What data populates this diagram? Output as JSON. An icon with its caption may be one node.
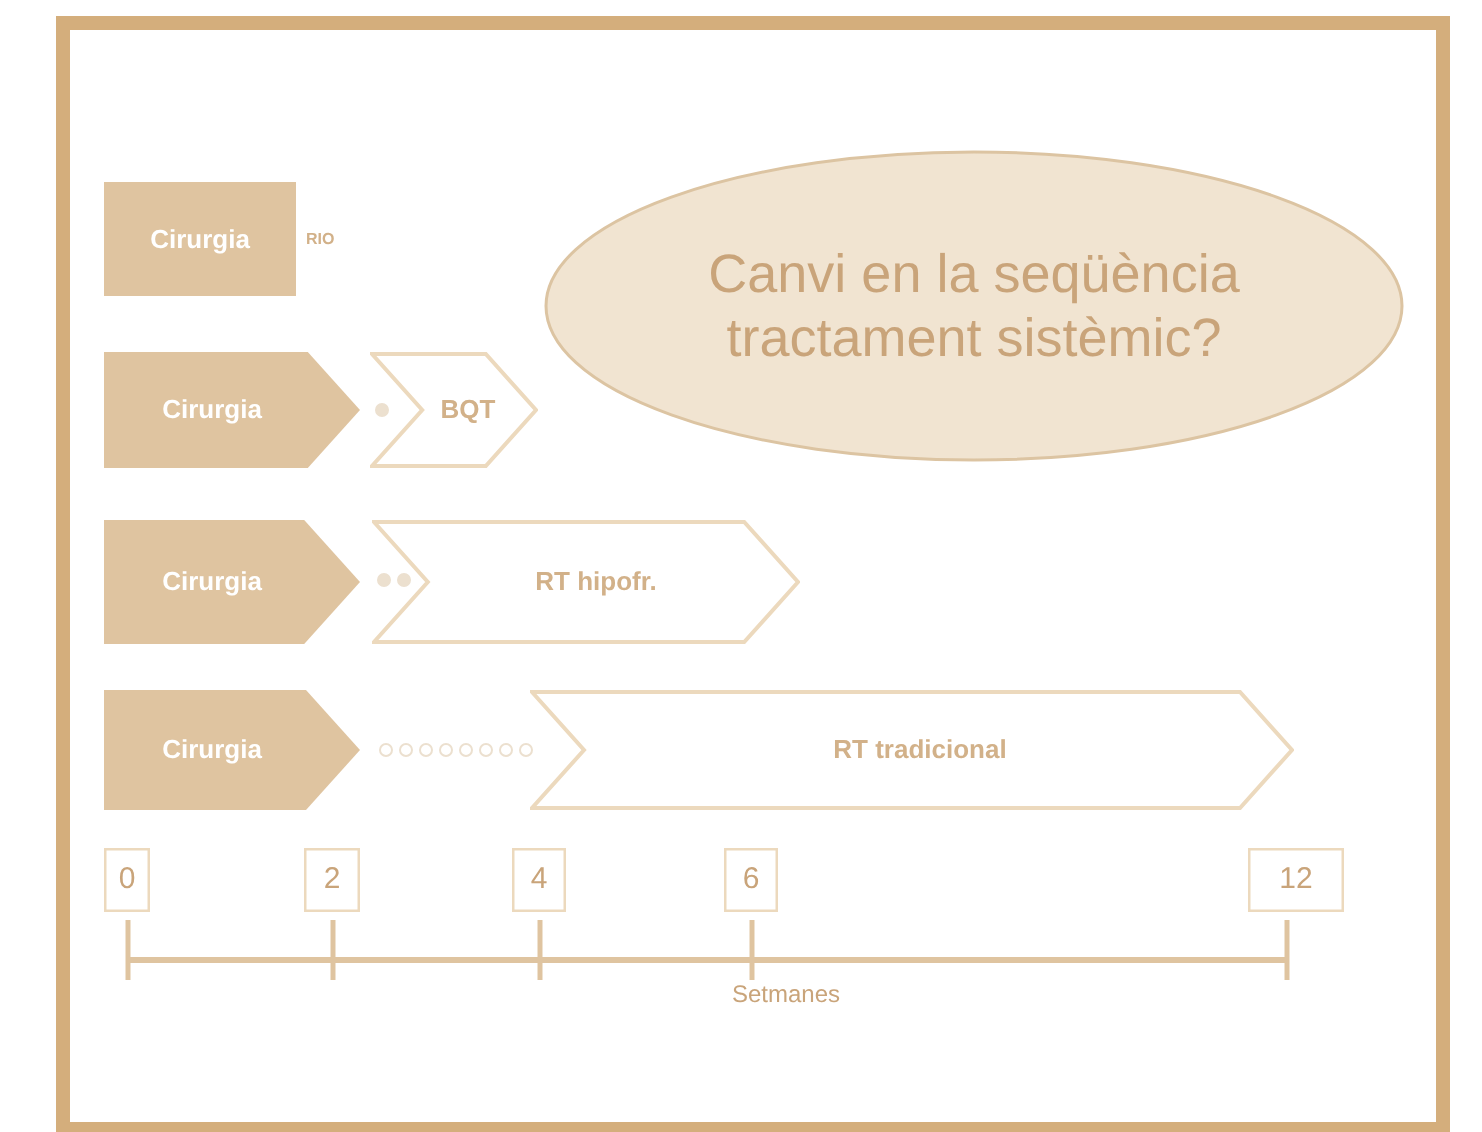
{
  "diagram": {
    "nodes": [
      {
        "text": [
          "Cirurgia"
        ],
        "beside": [
          "RIO"
        ]
      },
      {
        "text": [
          "Cirurgia"
        ]
      },
      {
        "text": [
          "BQT"
        ]
      },
      {
        "text": [
          "Cirurgia"
        ]
      },
      {
        "text": [
          "RT hipofr."
        ]
      },
      {
        "text": [
          "Cirurgia"
        ]
      },
      {
        "text": [
          "RT tradicional"
        ]
      },
      {
        "text": [
          "Canvi en la seqüència tractament sistèmic?"
        ]
      },
      {
        "text": [
          "0"
        ]
      },
      {
        "text": [
          "2"
        ]
      },
      {
        "text": [
          "4"
        ]
      },
      {
        "text": [
          "6"
        ]
      },
      {
        "text": [
          "12"
        ]
      }
    ],
    "labels": [
      "Setmanes"
    ]
  }
}
